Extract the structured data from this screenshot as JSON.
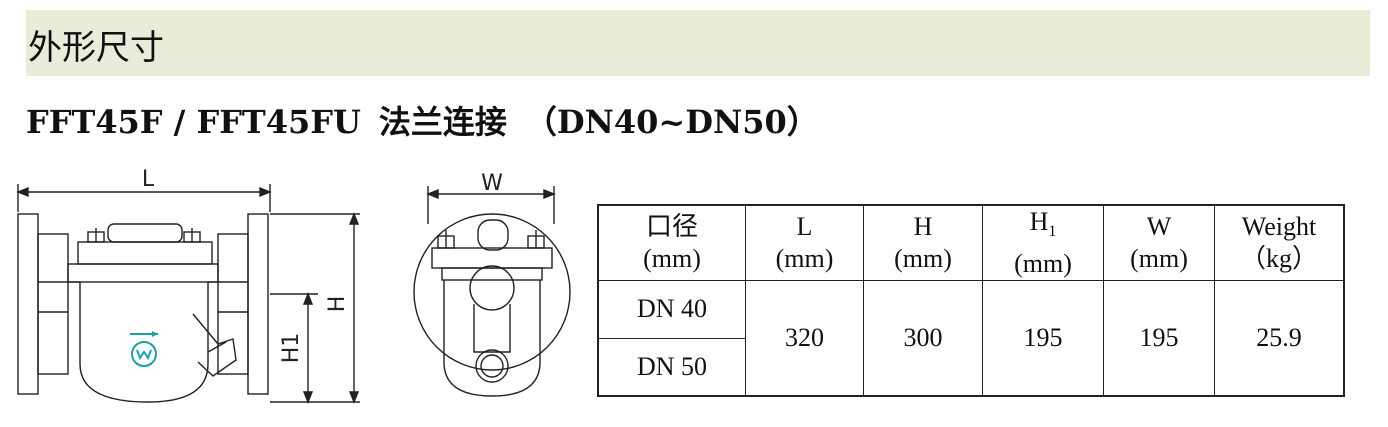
{
  "section": {
    "title": "外形尺寸"
  },
  "product": {
    "model": "FFT45F / FFT45FU",
    "connection": "法兰连接",
    "range": "（DN40~DN50）"
  },
  "drawings": {
    "side_view": {
      "length_label": "L",
      "height_label": "H",
      "h1_label": "H1"
    },
    "front_view": {
      "width_label": "W"
    }
  },
  "table": {
    "headers": [
      {
        "line1": "口径",
        "line2": "(mm)"
      },
      {
        "line1": "L",
        "line2": "(mm)"
      },
      {
        "line1": "H",
        "line2": "(mm)"
      },
      {
        "line1": "H",
        "sub": "1",
        "line2": "(mm)"
      },
      {
        "line1": "W",
        "line2": "(mm)"
      },
      {
        "line1": "Weight",
        "line2": "（kg）"
      }
    ],
    "sizes": [
      "DN 40",
      "DN 50"
    ],
    "values": {
      "L": "320",
      "H": "300",
      "H1": "195",
      "W": "195",
      "weight": "25.9"
    }
  },
  "colors": {
    "section_bar": "#e8ecd8",
    "line": "#222222",
    "logo": "#1aa3a0"
  }
}
